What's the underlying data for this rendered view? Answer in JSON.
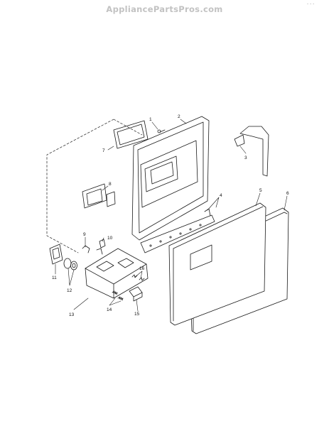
{
  "header": {
    "watermark": "AppliancePartsPros.com",
    "corner_mark": "- - -"
  },
  "diagram": {
    "callouts": [
      {
        "label": "1"
      },
      {
        "label": "2"
      },
      {
        "label": "3"
      },
      {
        "label": "4"
      },
      {
        "label": "5"
      },
      {
        "label": "6"
      },
      {
        "label": "7"
      },
      {
        "label": "8"
      },
      {
        "label": "9"
      },
      {
        "label": "10"
      },
      {
        "label": "11"
      },
      {
        "label": "12"
      },
      {
        "label": "13"
      },
      {
        "label": "14"
      },
      {
        "label": "15"
      },
      {
        "label": "16"
      }
    ]
  }
}
